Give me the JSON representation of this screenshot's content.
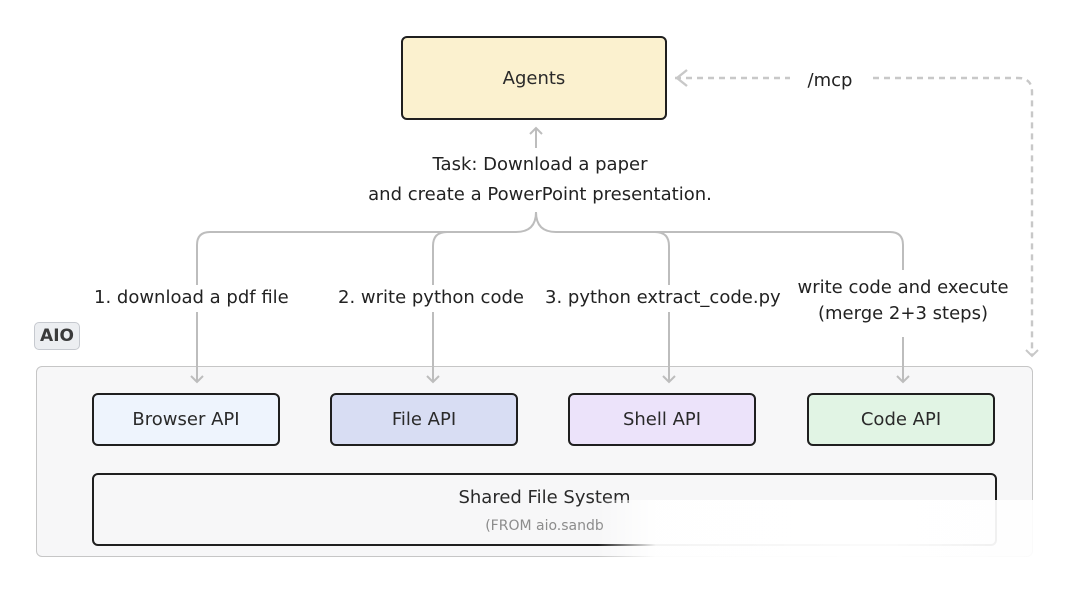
{
  "diagram": {
    "agents_label": "Agents",
    "task_line1": "Task: Download a paper",
    "task_line2": "and create a PowerPoint presentation.",
    "mcp_label": "/mcp",
    "aio_tag": "AIO",
    "steps": [
      {
        "text": "1. download a pdf file"
      },
      {
        "text": "2. write python code"
      },
      {
        "text": "3. python extract_code.py"
      },
      {
        "line1": "write code and execute",
        "line2": "(merge 2+3 steps)"
      }
    ],
    "apis": [
      {
        "label": "Browser API",
        "color": "#eef4fd"
      },
      {
        "label": "File API",
        "color": "#d8ddf3"
      },
      {
        "label": "Shell API",
        "color": "#ece3fa"
      },
      {
        "label": "Code API",
        "color": "#e1f4e4"
      }
    ],
    "shared_fs": {
      "title": "Shared File System",
      "subtitle": "(FROM aio.sandb"
    },
    "colors": {
      "agents_fill": "#fbf1cf",
      "connector": "#bdbdbd",
      "mcp_dashed": "#c8c8c8",
      "border": "#1f1f1f"
    }
  }
}
